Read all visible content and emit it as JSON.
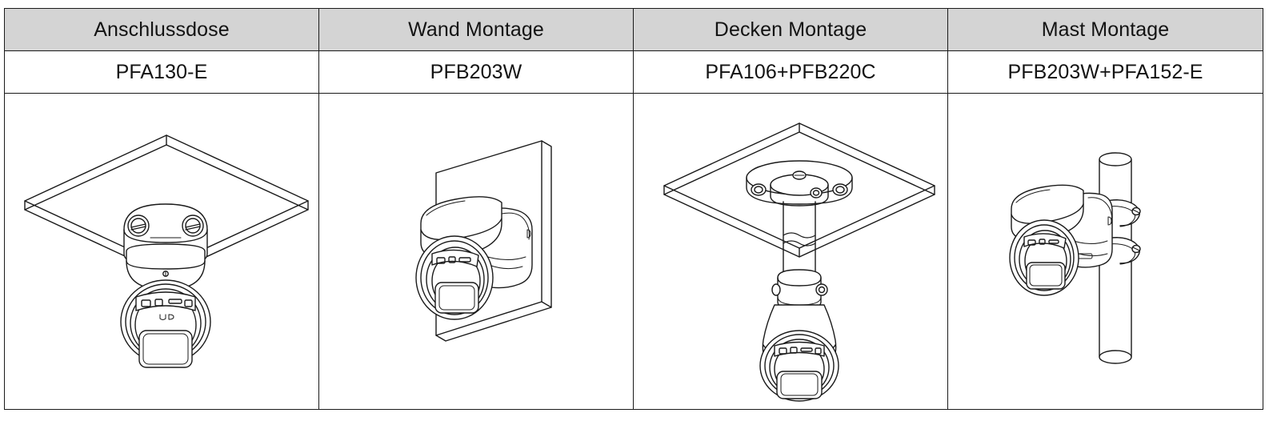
{
  "table": {
    "columns": [
      {
        "key": "junction-box",
        "header": "Anschlussdose",
        "model": "PFA130-E",
        "figure": "ceiling-surface-mount-camera-diagram"
      },
      {
        "key": "wall-mount",
        "header": "Wand Montage",
        "model": "PFB203W",
        "figure": "wall-bracket-mount-camera-diagram"
      },
      {
        "key": "ceiling-mount",
        "header": "Decken Montage",
        "model": "PFA106+PFB220C",
        "figure": "pendant-pole-ceiling-mount-camera-diagram"
      },
      {
        "key": "pole-mount",
        "header": "Mast Montage",
        "model": "PFB203W+PFA152-E",
        "figure": "pole-clamp-mount-camera-diagram"
      }
    ]
  },
  "style": {
    "header_bg": "#d4d4d4",
    "cell_bg": "#ffffff",
    "border_color": "#1a1a1a",
    "text_color": "#131313",
    "line_art_color": "#1a1a1a"
  }
}
